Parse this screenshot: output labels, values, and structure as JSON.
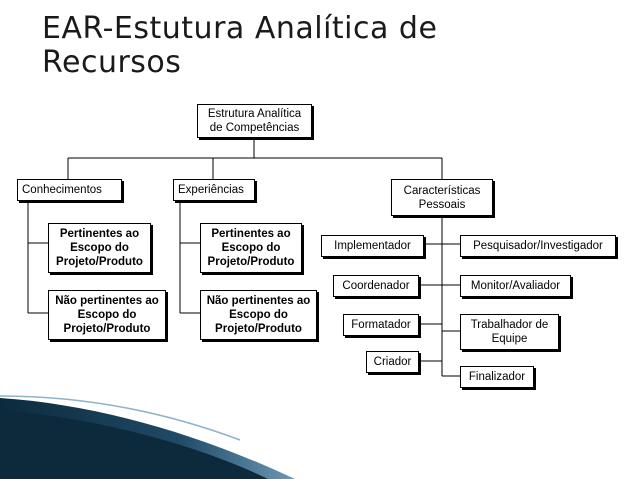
{
  "slide": {
    "title_line1": "EAR-Estutura Analítica de",
    "title_line2": "Recursos"
  },
  "diagram": {
    "root": "Estrutura Analítica\nde Competências",
    "categories": {
      "conhecimentos": "Conhecimentos",
      "experiencias": "Experiências",
      "caracteristicas": "Características\nPessoais"
    },
    "conhecimentos_items": [
      "Pertinentes ao\nEscopo do\nProjeto/Produto",
      "Não pertinentes ao\nEscopo do\nProjeto/Produto"
    ],
    "experiencias_items": [
      "Pertinentes ao\nEscopo do\nProjeto/Produto",
      "Não pertinentes ao\nEscopo do\nProjeto/Produto"
    ],
    "caracteristicas_left": [
      "Implementador",
      "Coordenador",
      "Formatador",
      "Criador"
    ],
    "caracteristicas_right": [
      "Pesquisador/Investigador",
      "Monitor/Avaliador",
      "Trabalhador de\nEquipe",
      "Finalizador"
    ]
  },
  "colors": {
    "accent_dark": "#0d2a3d",
    "accent_light": "#4a7fa0",
    "line": "#000000"
  }
}
